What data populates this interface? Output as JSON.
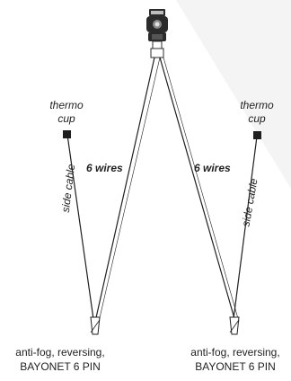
{
  "labels": {
    "thermo_cup_left": [
      "thermo",
      "cup"
    ],
    "thermo_cup_right": [
      "thermo",
      "cup"
    ],
    "side_cable_left": "side cable",
    "side_cable_right": "side cable",
    "wires_left": "6 wires",
    "wires_right": "6 wires",
    "connector_left": [
      "anti-fog, reversing,",
      "BAYONET 6 PIN"
    ],
    "connector_right": [
      "anti-fog, reversing,",
      "BAYONET 6 PIN"
    ]
  },
  "colors": {
    "wire": "#1f1f1f",
    "background_tint": "#f4f4f4",
    "device_body": "#2b2b2b",
    "device_highlight": "#bdbdbd"
  }
}
